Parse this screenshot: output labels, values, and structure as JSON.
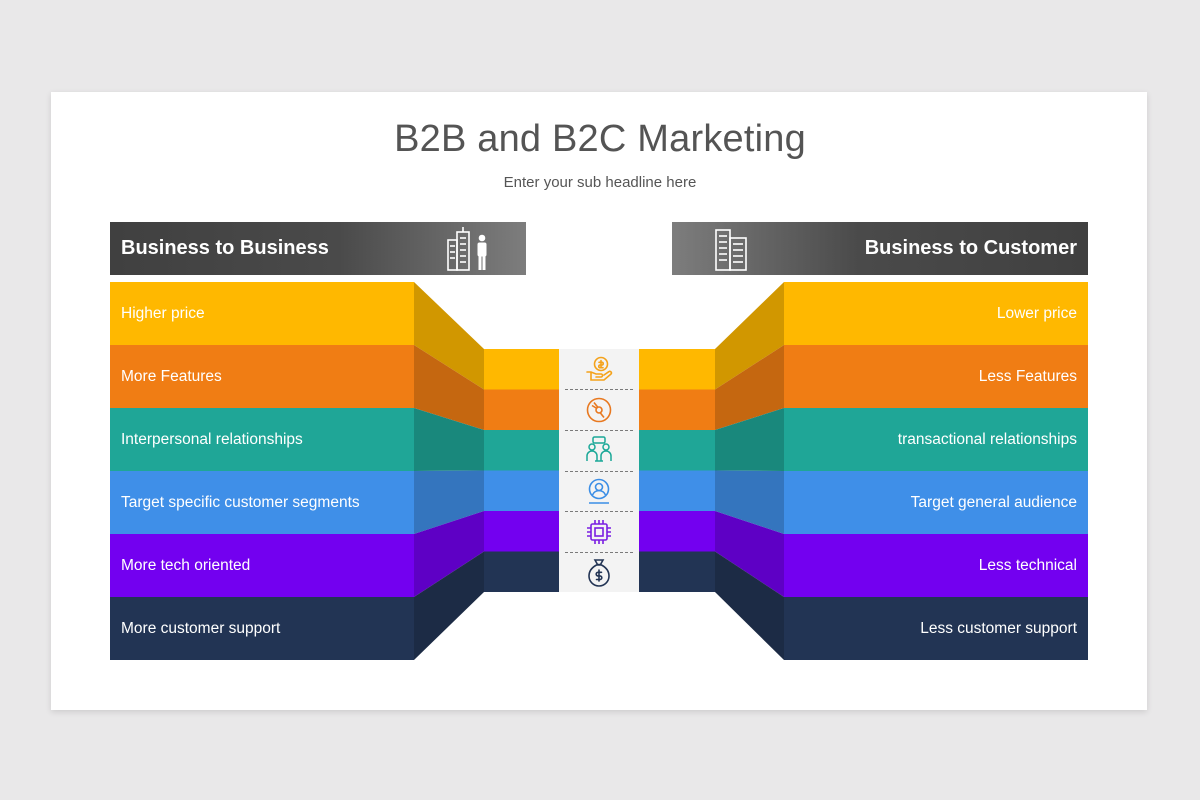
{
  "title": "B2B and B2C Marketing",
  "subtitle": "Enter your sub headline here",
  "left": {
    "heading": "Business to Business",
    "icon": "buildings-person-icon",
    "items": [
      "Higher price",
      "More Features",
      "Interpersonal relationships",
      "Target specific customer segments",
      "More tech oriented",
      "More customer support"
    ]
  },
  "right": {
    "heading": "Business to Customer",
    "icon": "buildings-icon",
    "items": [
      "Lower price",
      "Less Features",
      "transactional relationships",
      "Target general audience",
      "Less technical",
      "Less customer support"
    ]
  },
  "center_icons": [
    "hand-coin-icon",
    "disc-icon",
    "people-meeting-icon",
    "user-target-icon",
    "chip-icon",
    "money-bag-icon"
  ],
  "colors": {
    "rows": [
      "#ffb800",
      "#f07d14",
      "#1fa697",
      "#3f8fe8",
      "#7300f0",
      "#223454"
    ],
    "icons": [
      "#f4a21a",
      "#e8781f",
      "#1ba898",
      "#3b8ee6",
      "#7a1ee2",
      "#223454"
    ]
  }
}
